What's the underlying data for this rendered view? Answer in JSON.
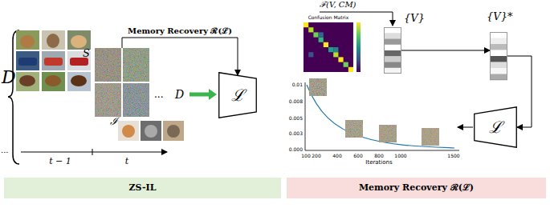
{
  "diagram": {
    "nodes": [
      {
        "text": [
          "S"
        ]
      },
      {
        "text": [
          "ℒ"
        ]
      },
      {
        "text": [
          "{V}"
        ]
      },
      {
        "text": [
          "{V}*"
        ]
      },
      {
        "text": [
          "ℒ"
        ]
      },
      {
        "text": [
          "ZS-IL"
        ]
      },
      {
        "text": [
          "Memory Recovery ℛ(ℒ)"
        ]
      }
    ],
    "edges": [
      {
        "from": 0,
        "to": 1,
        "arrow": "to",
        "label": "Memory Recovery ℛ(ℒ)"
      },
      {
        "from": 2,
        "to": 3,
        "arrow": "to"
      },
      {
        "from": 3,
        "to": 4,
        "arrow": "to"
      }
    ],
    "labels": [
      "D",
      "...",
      "t − 1",
      "t",
      "ℐ",
      "...",
      "D",
      "Confusion Matrix",
      "ℱ(V, CM)",
      "0.01",
      "0.008",
      "0.005",
      "0.003",
      "0.000",
      "100",
      "200",
      "400",
      "600",
      "800",
      "1000",
      "1500",
      "Iterations"
    ]
  }
}
